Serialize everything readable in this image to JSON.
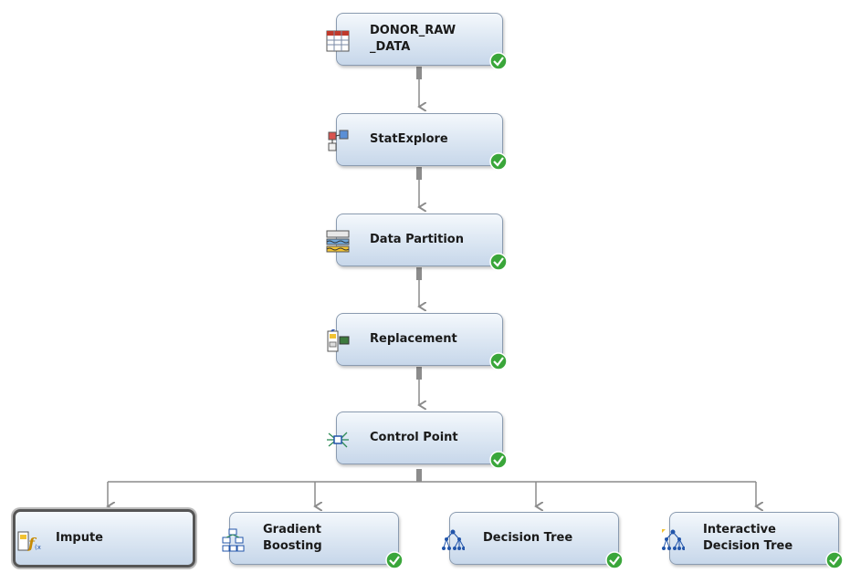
{
  "nodes": [
    {
      "label": "DONOR_RAW\n_DATA",
      "icon": "data-source-icon",
      "status": "completed"
    },
    {
      "label": "StatExplore",
      "icon": "stat-explore-icon",
      "status": "completed"
    },
    {
      "label": "Data Partition",
      "icon": "data-partition-icon",
      "status": "completed"
    },
    {
      "label": "Replacement",
      "icon": "replacement-icon",
      "status": "completed"
    },
    {
      "label": "Control Point",
      "icon": "control-point-icon",
      "status": "completed"
    },
    {
      "label": "Impute",
      "icon": "impute-icon",
      "status": "selected"
    },
    {
      "label": "Gradient\nBoosting",
      "icon": "gradient-boosting-icon",
      "status": "completed"
    },
    {
      "label": "Decision Tree",
      "icon": "decision-tree-icon",
      "status": "completed"
    },
    {
      "label": "Interactive\nDecision Tree",
      "icon": "interactive-decision-tree-icon",
      "status": "completed"
    }
  ],
  "colors": {
    "check": "#3aa63a",
    "connector": "#8c8c8c",
    "node_border": "#8a9bb0"
  }
}
